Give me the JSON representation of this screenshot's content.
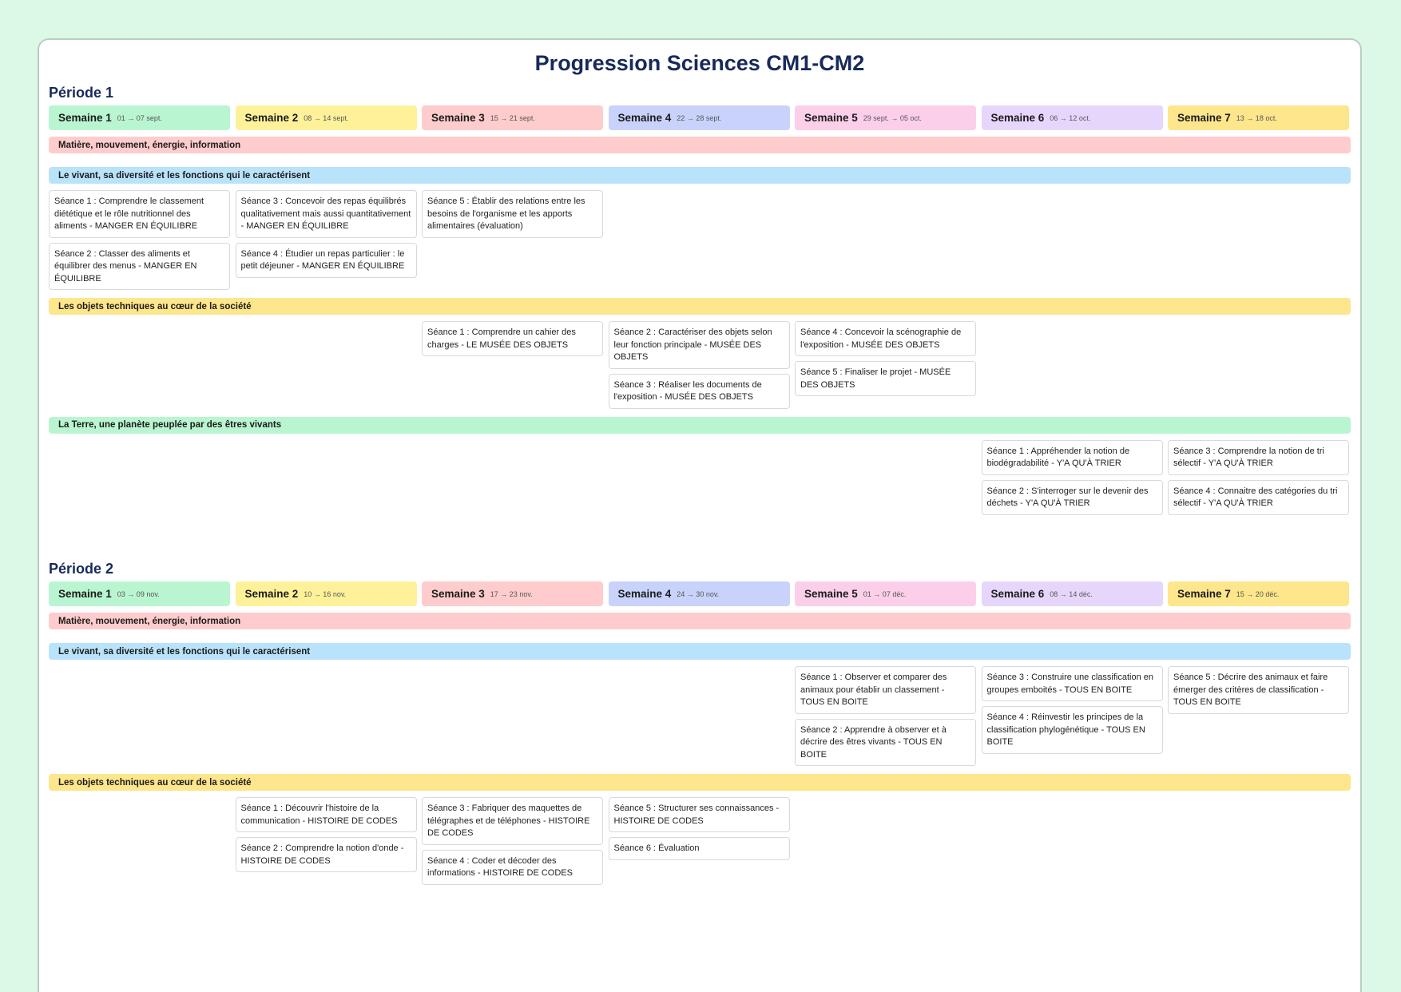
{
  "title": "Progression Sciences CM1-CM2",
  "colors": {
    "week": [
      "#baf5d2",
      "#fff19a",
      "#fecccc",
      "#c8d2fb",
      "#fbcfe9",
      "#e6d6fc",
      "#fde68c"
    ],
    "matiere": "#fecccc",
    "vivant": "#b9e3fa",
    "objets": "#fde68c",
    "terre": "#baf5d2"
  },
  "periods": [
    {
      "title": "Période 1",
      "weeks": [
        {
          "label": "Semaine 1",
          "date": "01 → 07 sept."
        },
        {
          "label": "Semaine 2",
          "date": "08 → 14 sept."
        },
        {
          "label": "Semaine 3",
          "date": "15 → 21 sept."
        },
        {
          "label": "Semaine 4",
          "date": "22 → 28 sept."
        },
        {
          "label": "Semaine 5",
          "date": "29 sept. → 05 oct."
        },
        {
          "label": "Semaine 6",
          "date": "06 → 12 oct."
        },
        {
          "label": "Semaine 7",
          "date": "13 → 18 oct."
        }
      ],
      "subjects": [
        {
          "name": "Matière, mouvement, énergie, information",
          "color": "matiere",
          "columns": []
        },
        {
          "name": "Le vivant, sa diversité et les fonctions qui le caractérisent",
          "color": "vivant",
          "columns": [
            [
              "Séance 1 : Comprendre le classement diététique et le rôle nutritionnel des aliments - MANGER EN ÉQUILIBRE",
              "Séance 2 : Classer des aliments et équilibrer des menus - MANGER EN ÉQUILIBRE"
            ],
            [
              "Séance 3 : Concevoir des repas équilibrés qualitativement mais aussi quantitativement - MANGER EN ÉQUILIBRE",
              "Séance 4 : Étudier un repas particulier : le petit déjeuner - MANGER EN ÉQUILIBRE"
            ],
            [
              "Séance 5 : Établir des relations entre les besoins de l'organisme et les apports alimentaires (évaluation)"
            ],
            [],
            [],
            [],
            []
          ]
        },
        {
          "name": "Les objets techniques au cœur de la société",
          "color": "objets",
          "columns": [
            [],
            [],
            [
              "Séance 1 : Comprendre un cahier des charges - LE MUSÉE DES OBJETS"
            ],
            [
              "Séance 2 : Caractériser des objets selon leur fonction principale - MUSÉE DES OBJETS",
              "Séance 3 : Réaliser les documents de l'exposition - MUSÉE DES OBJETS"
            ],
            [
              "Séance 4 : Concevoir la scénographie de l'exposition - MUSÉE DES OBJETS",
              "Séance 5 : Finaliser le projet - MUSÉE DES OBJETS"
            ],
            [],
            []
          ]
        },
        {
          "name": "La Terre, une planète peuplée par des êtres vivants",
          "color": "terre",
          "columns": [
            [],
            [],
            [],
            [],
            [],
            [
              "Séance 1 : Appréhender la notion de biodégradabilité - Y'A QU'À TRIER",
              "Séance 2 : S'interroger sur le devenir des déchets - Y'A QU'À TRIER"
            ],
            [
              "Séance 3 : Comprendre la notion de tri sélectif - Y'A QU'À TRIER",
              "Séance 4 : Connaitre des catégories du tri sélectif - Y'A QU'À TRIER"
            ]
          ]
        }
      ]
    },
    {
      "title": "Période 2",
      "weeks": [
        {
          "label": "Semaine 1",
          "date": "03 → 09 nov."
        },
        {
          "label": "Semaine 2",
          "date": "10 → 16 nov."
        },
        {
          "label": "Semaine 3",
          "date": "17 → 23 nov."
        },
        {
          "label": "Semaine 4",
          "date": "24 → 30 nov."
        },
        {
          "label": "Semaine 5",
          "date": "01 → 07 déc."
        },
        {
          "label": "Semaine 6",
          "date": "08 → 14 déc."
        },
        {
          "label": "Semaine 7",
          "date": "15 → 20 déc."
        }
      ],
      "subjects": [
        {
          "name": "Matière, mouvement, énergie, information",
          "color": "matiere",
          "columns": []
        },
        {
          "name": "Le vivant, sa diversité et les fonctions qui le caractérisent",
          "color": "vivant",
          "columns": [
            [],
            [],
            [],
            [],
            [
              "Séance 1 : Observer et comparer des animaux pour établir un classement - TOUS EN BOITE",
              "Séance 2 : Apprendre à observer et à décrire des êtres vivants - TOUS EN BOITE"
            ],
            [
              "Séance 3 : Construire une classification en groupes emboités - TOUS EN BOITE",
              "Séance 4 : Réinvestir les principes de la classification phylogénétique - TOUS EN BOITE"
            ],
            [
              "Séance 5 : Décrire des animaux et faire émerger des critères de classification - TOUS EN BOITE"
            ]
          ]
        },
        {
          "name": "Les objets techniques au cœur de la société",
          "color": "objets",
          "columns": [
            [],
            [
              "Séance 1 : Découvrir l'histoire de la communication - HISTOIRE DE CODES",
              "Séance 2 : Comprendre la notion d'onde - HISTOIRE DE CODES"
            ],
            [
              "Séance 3 : Fabriquer des maquettes de télégraphes et de téléphones - HISTOIRE DE CODES",
              "Séance 4 : Coder et décoder des informations - HISTOIRE DE CODES"
            ],
            [
              "Séance 5 : Structurer ses connaissances - HISTOIRE DE CODES",
              "Séance 6 : Évaluation"
            ],
            [],
            [],
            []
          ]
        }
      ]
    }
  ]
}
